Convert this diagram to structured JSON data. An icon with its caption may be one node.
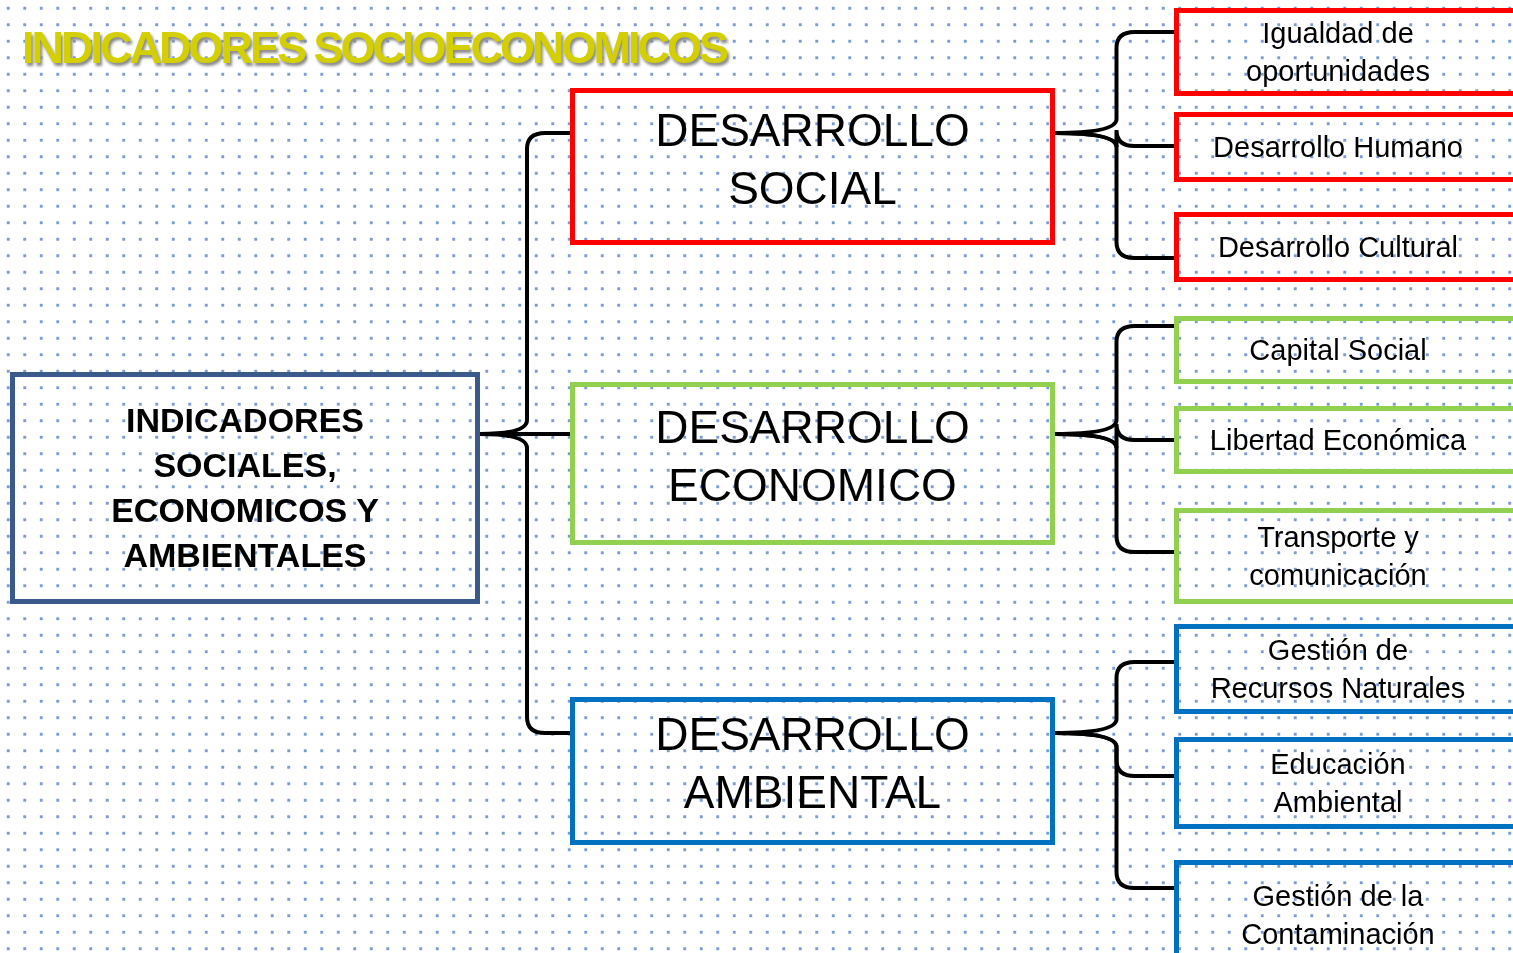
{
  "diagram": {
    "title": "INDICADORES SOCIOECONOMICOS",
    "nodes": [
      {
        "text": [
          "INDICADORES SOCIALES, ECONOMICOS Y AMBIENTALES"
        ]
      },
      {
        "text": [
          "DESARROLLO SOCIAL"
        ]
      },
      {
        "text": [
          "DESARROLLO ECONOMICO"
        ]
      },
      {
        "text": [
          "DESARROLLO AMBIENTAL"
        ]
      },
      {
        "text": [
          "Igualdad de oportunidades"
        ]
      },
      {
        "text": [
          "Desarrollo Humano"
        ]
      },
      {
        "text": [
          "Desarrollo Cultural"
        ]
      },
      {
        "text": [
          "Capital Social"
        ]
      },
      {
        "text": [
          "Libertad Económica"
        ]
      },
      {
        "text": [
          "Transporte y comunicación"
        ]
      },
      {
        "text": [
          "Gestión de Recursos Naturales"
        ]
      },
      {
        "text": [
          "Educación Ambiental"
        ]
      },
      {
        "text": [
          "Gestión de la Contaminación"
        ]
      }
    ],
    "edges": [
      {
        "from": 0,
        "to": 1,
        "arrow": "none"
      },
      {
        "from": 0,
        "to": 2,
        "arrow": "none"
      },
      {
        "from": 0,
        "to": 3,
        "arrow": "none"
      },
      {
        "from": 1,
        "to": 4,
        "arrow": "none"
      },
      {
        "from": 1,
        "to": 5,
        "arrow": "none"
      },
      {
        "from": 1,
        "to": 6,
        "arrow": "none"
      },
      {
        "from": 2,
        "to": 7,
        "arrow": "none"
      },
      {
        "from": 2,
        "to": 8,
        "arrow": "none"
      },
      {
        "from": 2,
        "to": 9,
        "arrow": "none"
      },
      {
        "from": 3,
        "to": 10,
        "arrow": "none"
      },
      {
        "from": 3,
        "to": 11,
        "arrow": "none"
      },
      {
        "from": 3,
        "to": 12,
        "arrow": "none"
      }
    ]
  }
}
